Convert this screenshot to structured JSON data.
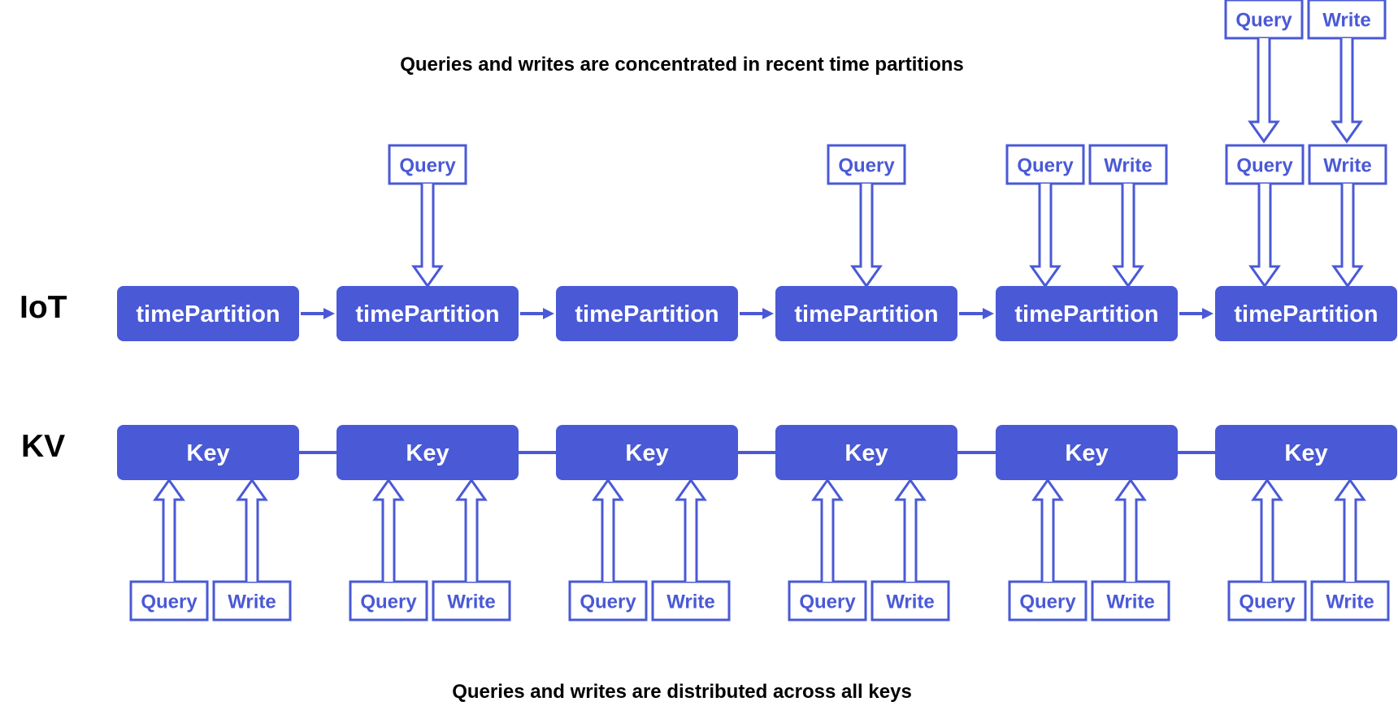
{
  "captions": {
    "top": "Queries and writes are concentrated in recent time partitions",
    "bottom": "Queries and writes are distributed across all keys"
  },
  "rows": {
    "iot_label": "IoT",
    "kv_label": "KV"
  },
  "iot": {
    "partitions": [
      {
        "label": "timePartition",
        "ops": []
      },
      {
        "label": "timePartition",
        "ops": [
          "Query"
        ]
      },
      {
        "label": "timePartition",
        "ops": []
      },
      {
        "label": "timePartition",
        "ops": [
          "Query"
        ]
      },
      {
        "label": "timePartition",
        "ops": [
          "Query",
          "Write"
        ]
      },
      {
        "label": "timePartition",
        "ops": [
          "Query",
          "Write"
        ],
        "incoming_ops": [
          "Query",
          "Write"
        ]
      }
    ]
  },
  "kv": {
    "keys": [
      {
        "label": "Key",
        "ops": [
          "Query",
          "Write"
        ]
      },
      {
        "label": "Key",
        "ops": [
          "Query",
          "Write"
        ]
      },
      {
        "label": "Key",
        "ops": [
          "Query",
          "Write"
        ]
      },
      {
        "label": "Key",
        "ops": [
          "Query",
          "Write"
        ]
      },
      {
        "label": "Key",
        "ops": [
          "Query",
          "Write"
        ]
      },
      {
        "label": "Key",
        "ops": [
          "Query",
          "Write"
        ]
      }
    ]
  },
  "colors": {
    "accent": "#4A59D6",
    "box_text": "#ffffff",
    "label_text": "#000000"
  }
}
